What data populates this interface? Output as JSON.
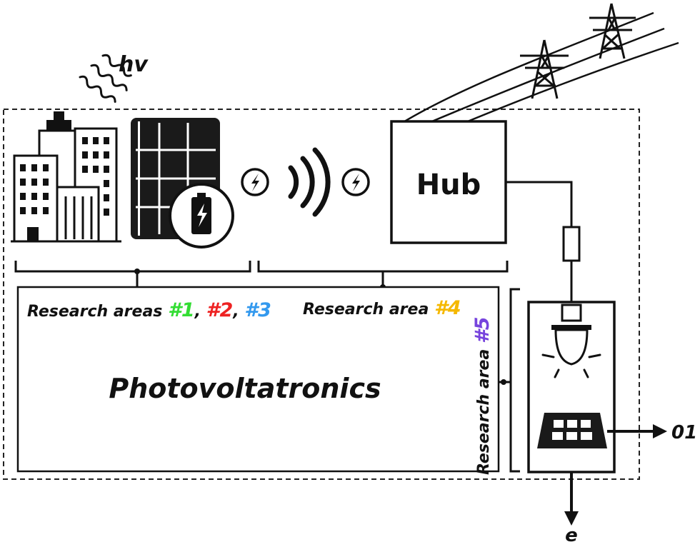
{
  "photon_label": "hv",
  "hub_label": "Hub",
  "research_areas": {
    "prefix": "Research areas ",
    "sep1": ", ",
    "sep2": ", ",
    "items": [
      {
        "label": "#1",
        "color": "#33dd33"
      },
      {
        "label": "#2",
        "color": "#ee2222"
      },
      {
        "label": "#3",
        "color": "#3399ee"
      }
    ]
  },
  "research_area_4": {
    "prefix": "Research area ",
    "label": "#4",
    "color": "#f5b800"
  },
  "research_area_5": {
    "prefix": "Research area ",
    "label": "#5",
    "color": "#7744dd"
  },
  "main_title": "Photovoltatronics",
  "output_digital": "01",
  "output_energy": "e"
}
